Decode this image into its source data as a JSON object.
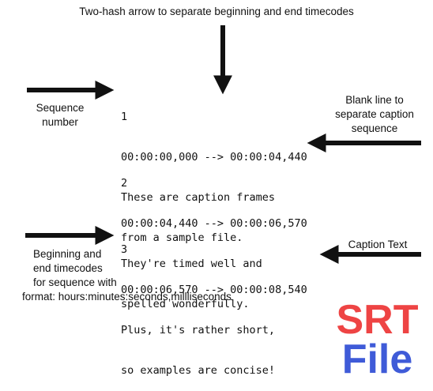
{
  "annotations": {
    "top": "Two-hash arrow to separate beginning and end timecodes",
    "sequence_number": [
      "Sequence",
      "number"
    ],
    "blank_line": [
      "Blank line to",
      "separate caption",
      "sequence"
    ],
    "timecodes": [
      "Beginning and",
      "end timecodes",
      "for sequence with",
      "format: hours:minutes:seconds,millliseconds"
    ],
    "caption_text": "Caption Text"
  },
  "cues": [
    {
      "index": "1",
      "timecode": "00:00:00,000 --> 00:00:04,440",
      "lines": [
        "These are caption frames",
        "from a sample file."
      ]
    },
    {
      "index": "2",
      "timecode": "00:00:04,440 --> 00:00:06,570",
      "lines": [
        "They're timed well and",
        "spelled wonderfully."
      ]
    },
    {
      "index": "3",
      "timecode": "00:00:06,570 --> 00:00:08,540",
      "lines": [
        "Plus, it's rather short,",
        "so examples are concise!"
      ]
    }
  ],
  "badge": {
    "line1": "SRT",
    "line2": "File",
    "colors": {
      "line1": "#ee4444",
      "line2": "#3f5bd8"
    }
  },
  "arrow_color": "#111111"
}
